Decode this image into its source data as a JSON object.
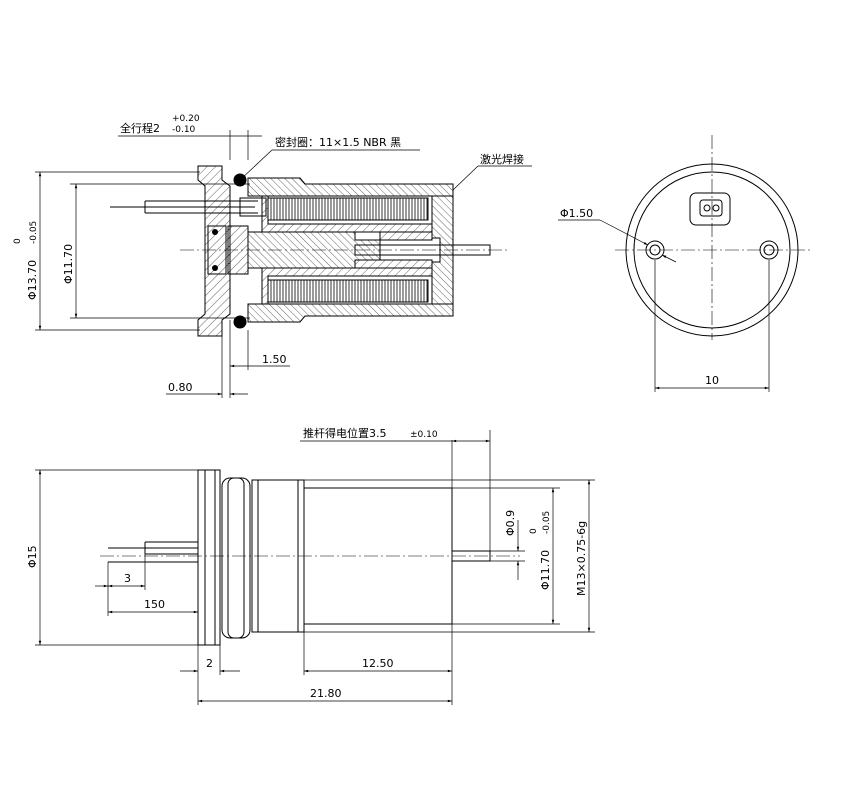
{
  "top_view": {
    "stroke_label": "全行程2",
    "stroke_tol_upper": "+0.20",
    "stroke_tol_lower": "-0.10",
    "seal_label": "密封圈：11×1.5 NBR 黑",
    "weld_label": "激光焊接",
    "dia_outer": "Φ13.70",
    "dia_outer_tol_upper": "0",
    "dia_outer_tol_lower": "-0.05",
    "dia_inner": "Φ11.70",
    "dim_150": "1.50",
    "dim_080": "0.80"
  },
  "end_view": {
    "hole_dia": "Φ1.50",
    "hole_spacing": "10"
  },
  "side_view": {
    "push_label": "推杆得电位置3.5",
    "push_tol": "±0.10",
    "dia_15": "Φ15",
    "dia_09": "Φ0.9",
    "dia_1170": "Φ11.70",
    "dia_1170_tol_upper": "0",
    "dia_1170_tol_lower": "-0.05",
    "thread": "M13×0.75-6g",
    "dim_3": "3",
    "dim_150": "150",
    "dim_2": "2",
    "dim_1250": "12.50",
    "dim_2180": "21.80"
  }
}
